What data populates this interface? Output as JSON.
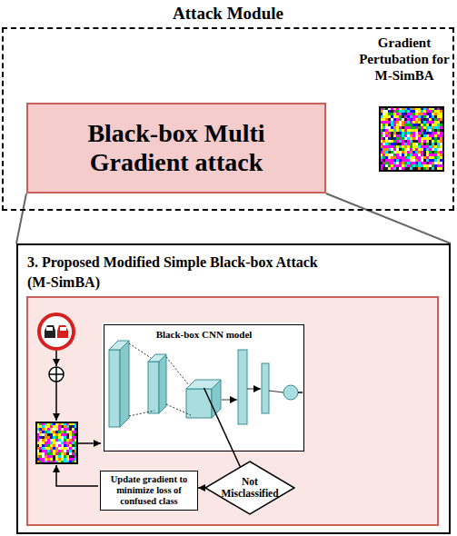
{
  "diagram": {
    "nodes": [
      {
        "text": [
          "Attack Module"
        ]
      },
      {
        "text": [
          "Black-box Multi Gradient attack"
        ],
        "in": 0
      },
      {
        "text": [
          "3. Proposed Modified Simple Black-box Attack (M-SimBA)"
        ]
      },
      {
        "text": [
          "Black-box CNN model"
        ],
        "in": 2
      },
      {
        "text": [
          "Not Misclassified"
        ],
        "in": 2
      },
      {
        "text": [
          "Update gradient to minimize loss of confused class"
        ],
        "in": 2
      }
    ],
    "edges": [
      {
        "from": 1,
        "to": 2,
        "arrow": "none"
      },
      {
        "from": 3,
        "to": 4,
        "arrow": "to"
      },
      {
        "from": 4,
        "to": 5,
        "arrow": "to"
      }
    ],
    "labels": [
      "Gradient Pertubation for M-SimBA"
    ]
  }
}
